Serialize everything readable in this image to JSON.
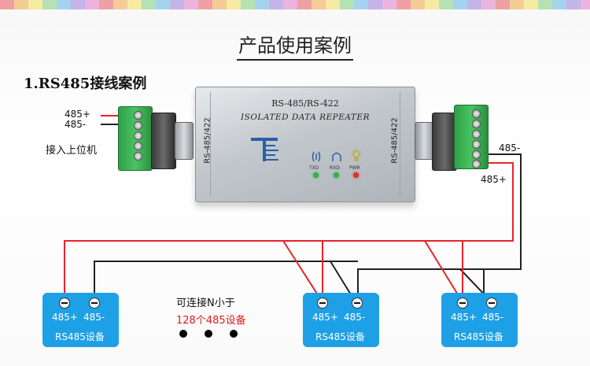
{
  "title": "产品使用案例",
  "section_title": "1.RS485接线案例",
  "left_connector": {
    "plus_label": "485+",
    "minus_label": "485-",
    "caption": "接入上位机"
  },
  "repeater": {
    "model_text": "RS-485/RS-422",
    "product_text": "ISOLATED  DATA REPEATER",
    "side_left": "RS-485/422",
    "side_right": "RS-485/422",
    "led_labels": [
      "TXD",
      "RXD",
      "PWR"
    ],
    "led_colors": [
      "#2db34a",
      "#2db34a",
      "#e03030"
    ]
  },
  "right_connector": {
    "minus_label": "485-",
    "plus_label": "485+"
  },
  "devices": [
    {
      "plus": "485+",
      "minus": "485-",
      "name": "RS485设备"
    },
    {
      "plus": "485+",
      "minus": "485-",
      "name": "RS485设备"
    },
    {
      "plus": "485+",
      "minus": "485-",
      "name": "RS485设备"
    }
  ],
  "note": {
    "line1": "可连接N小于",
    "line2": "128个485设备"
  },
  "colors": {
    "plus_wire": "#e8232b",
    "minus_wire": "#222222",
    "device": "#1ea0e6"
  }
}
